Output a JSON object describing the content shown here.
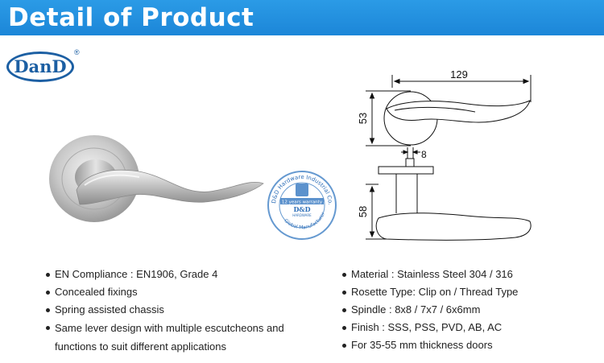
{
  "header": {
    "title": "Detail of Product",
    "bg_color": "#1c86d8"
  },
  "logo": {
    "text": "DanD",
    "registered": "®",
    "color": "#1c5fa3"
  },
  "watermark": {
    "ring_text": "D&D Hardware Industrial Co., Ltd",
    "brand": "D&D",
    "sub": "HARDWARE",
    "ribbon": "12 years warranty",
    "bottom": "Global Manufacturer"
  },
  "drawing": {
    "dim_length": "129",
    "dim_height": "53",
    "dim_spindle": "8",
    "dim_projection": "58"
  },
  "features_left": [
    {
      "text": "EN Compliance : EN1906, Grade 4"
    },
    {
      "text": "Concealed fixings"
    },
    {
      "text": "Spring assisted chassis"
    },
    {
      "text": "Same lever design with multiple escutcheons and functions to suit different applications"
    }
  ],
  "features_right": [
    {
      "text": "Material : Stainless Steel 304 / 316"
    },
    {
      "text": "Rosette Type: Clip on / Thread Type"
    },
    {
      "text": "Spindle : 8x8 / 7x7 / 6x6mm"
    },
    {
      "text": "Finish : SSS, PSS, PVD, AB, AC"
    },
    {
      "text": "For 35-55 mm thickness doors"
    }
  ]
}
